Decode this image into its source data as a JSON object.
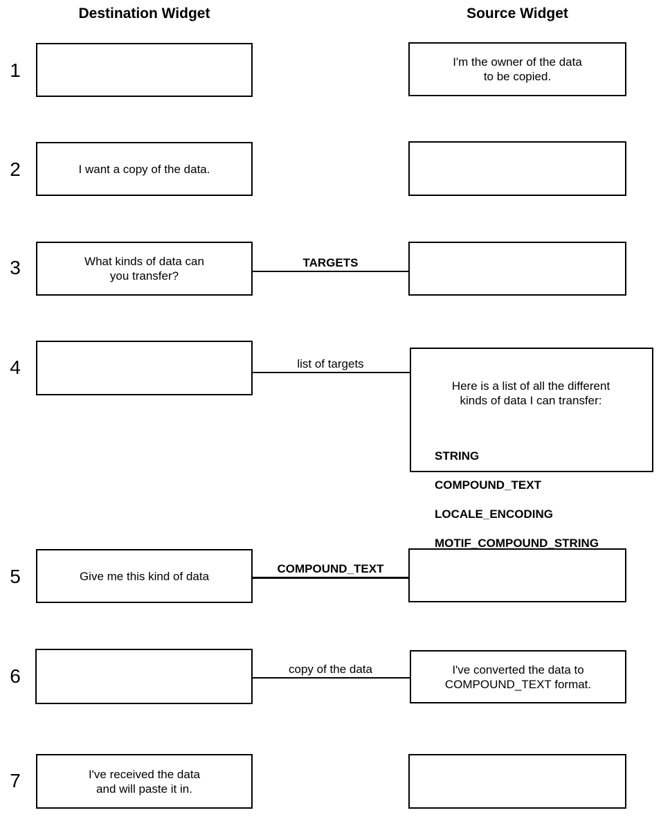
{
  "columns": {
    "destination_title": "Destination Widget",
    "source_title": "Source Widget"
  },
  "rows": [
    {
      "num": "1",
      "dest": "",
      "source": "I'm the owner of the data\nto be copied."
    },
    {
      "num": "2",
      "dest": "I want a copy of the data.",
      "source": ""
    },
    {
      "num": "3",
      "dest": "What kinds of data can\nyou transfer?",
      "source": "",
      "connector": {
        "label": "TARGETS"
      }
    },
    {
      "num": "4",
      "dest": "",
      "connector": {
        "label": "list of targets"
      },
      "source_intro": "Here is a list of all the different\nkinds of data I can transfer:",
      "source_list": [
        "STRING",
        "COMPOUND_TEXT",
        "LOCALE_ENCODING",
        "MOTIF_COMPOUND_STRING"
      ]
    },
    {
      "num": "5",
      "dest": "Give me this kind of data",
      "source": "",
      "connector": {
        "label": "COMPOUND_TEXT"
      }
    },
    {
      "num": "6",
      "dest": "",
      "source": "I've converted the data to\nCOMPOUND_TEXT format.",
      "connector": {
        "label": "copy of the data"
      }
    },
    {
      "num": "7",
      "dest": "I've received the data\nand will paste it in.",
      "source": ""
    }
  ]
}
